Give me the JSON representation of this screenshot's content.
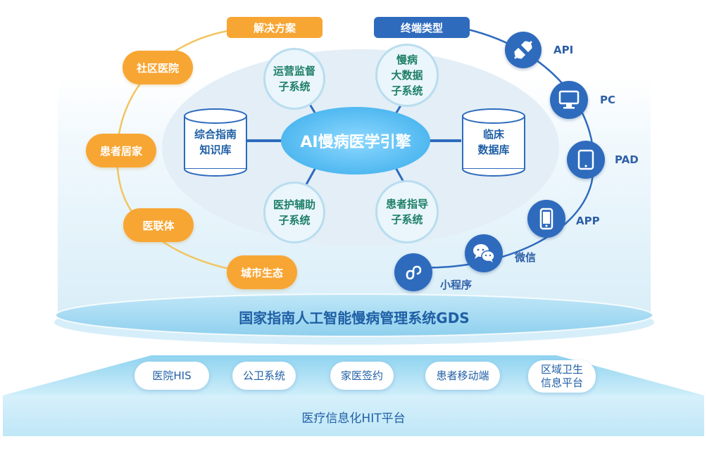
{
  "solutions": {
    "title": "解决方案",
    "items": [
      "社区医院",
      "患者居家",
      "医联体",
      "城市生态"
    ]
  },
  "terminals": {
    "title": "终端类型",
    "items": [
      {
        "label": "API",
        "icon": "plug-icon"
      },
      {
        "label": "PC",
        "icon": "monitor-icon"
      },
      {
        "label": "PAD",
        "icon": "tablet-icon"
      },
      {
        "label": "APP",
        "icon": "phone-icon"
      },
      {
        "label": "微信",
        "icon": "wechat-icon"
      },
      {
        "label": "小程序",
        "icon": "mini-program-icon"
      }
    ]
  },
  "engine": {
    "center": "AI慢病医学引擎",
    "subsystems": [
      "运营监督\n子系统",
      "慢病\n大数据\n子系统",
      "医护辅助\n子系统",
      "患者指导\n子系统"
    ],
    "databases": [
      "综合指南\n知识库",
      "临床\n数据库"
    ]
  },
  "platform": {
    "name": "国家指南人工智能慢病管理系统GDS"
  },
  "hit": {
    "items": [
      "医院HIS",
      "公卫系统",
      "家医签约",
      "患者移动端",
      "区域卫生\n信息平台"
    ],
    "name": "医疗信息化HIT平台"
  },
  "colors": {
    "orange": "#f7a634",
    "blue": "#2e6bbd",
    "teal": "#1e7f66",
    "title_blue": "#1f5fa5"
  }
}
